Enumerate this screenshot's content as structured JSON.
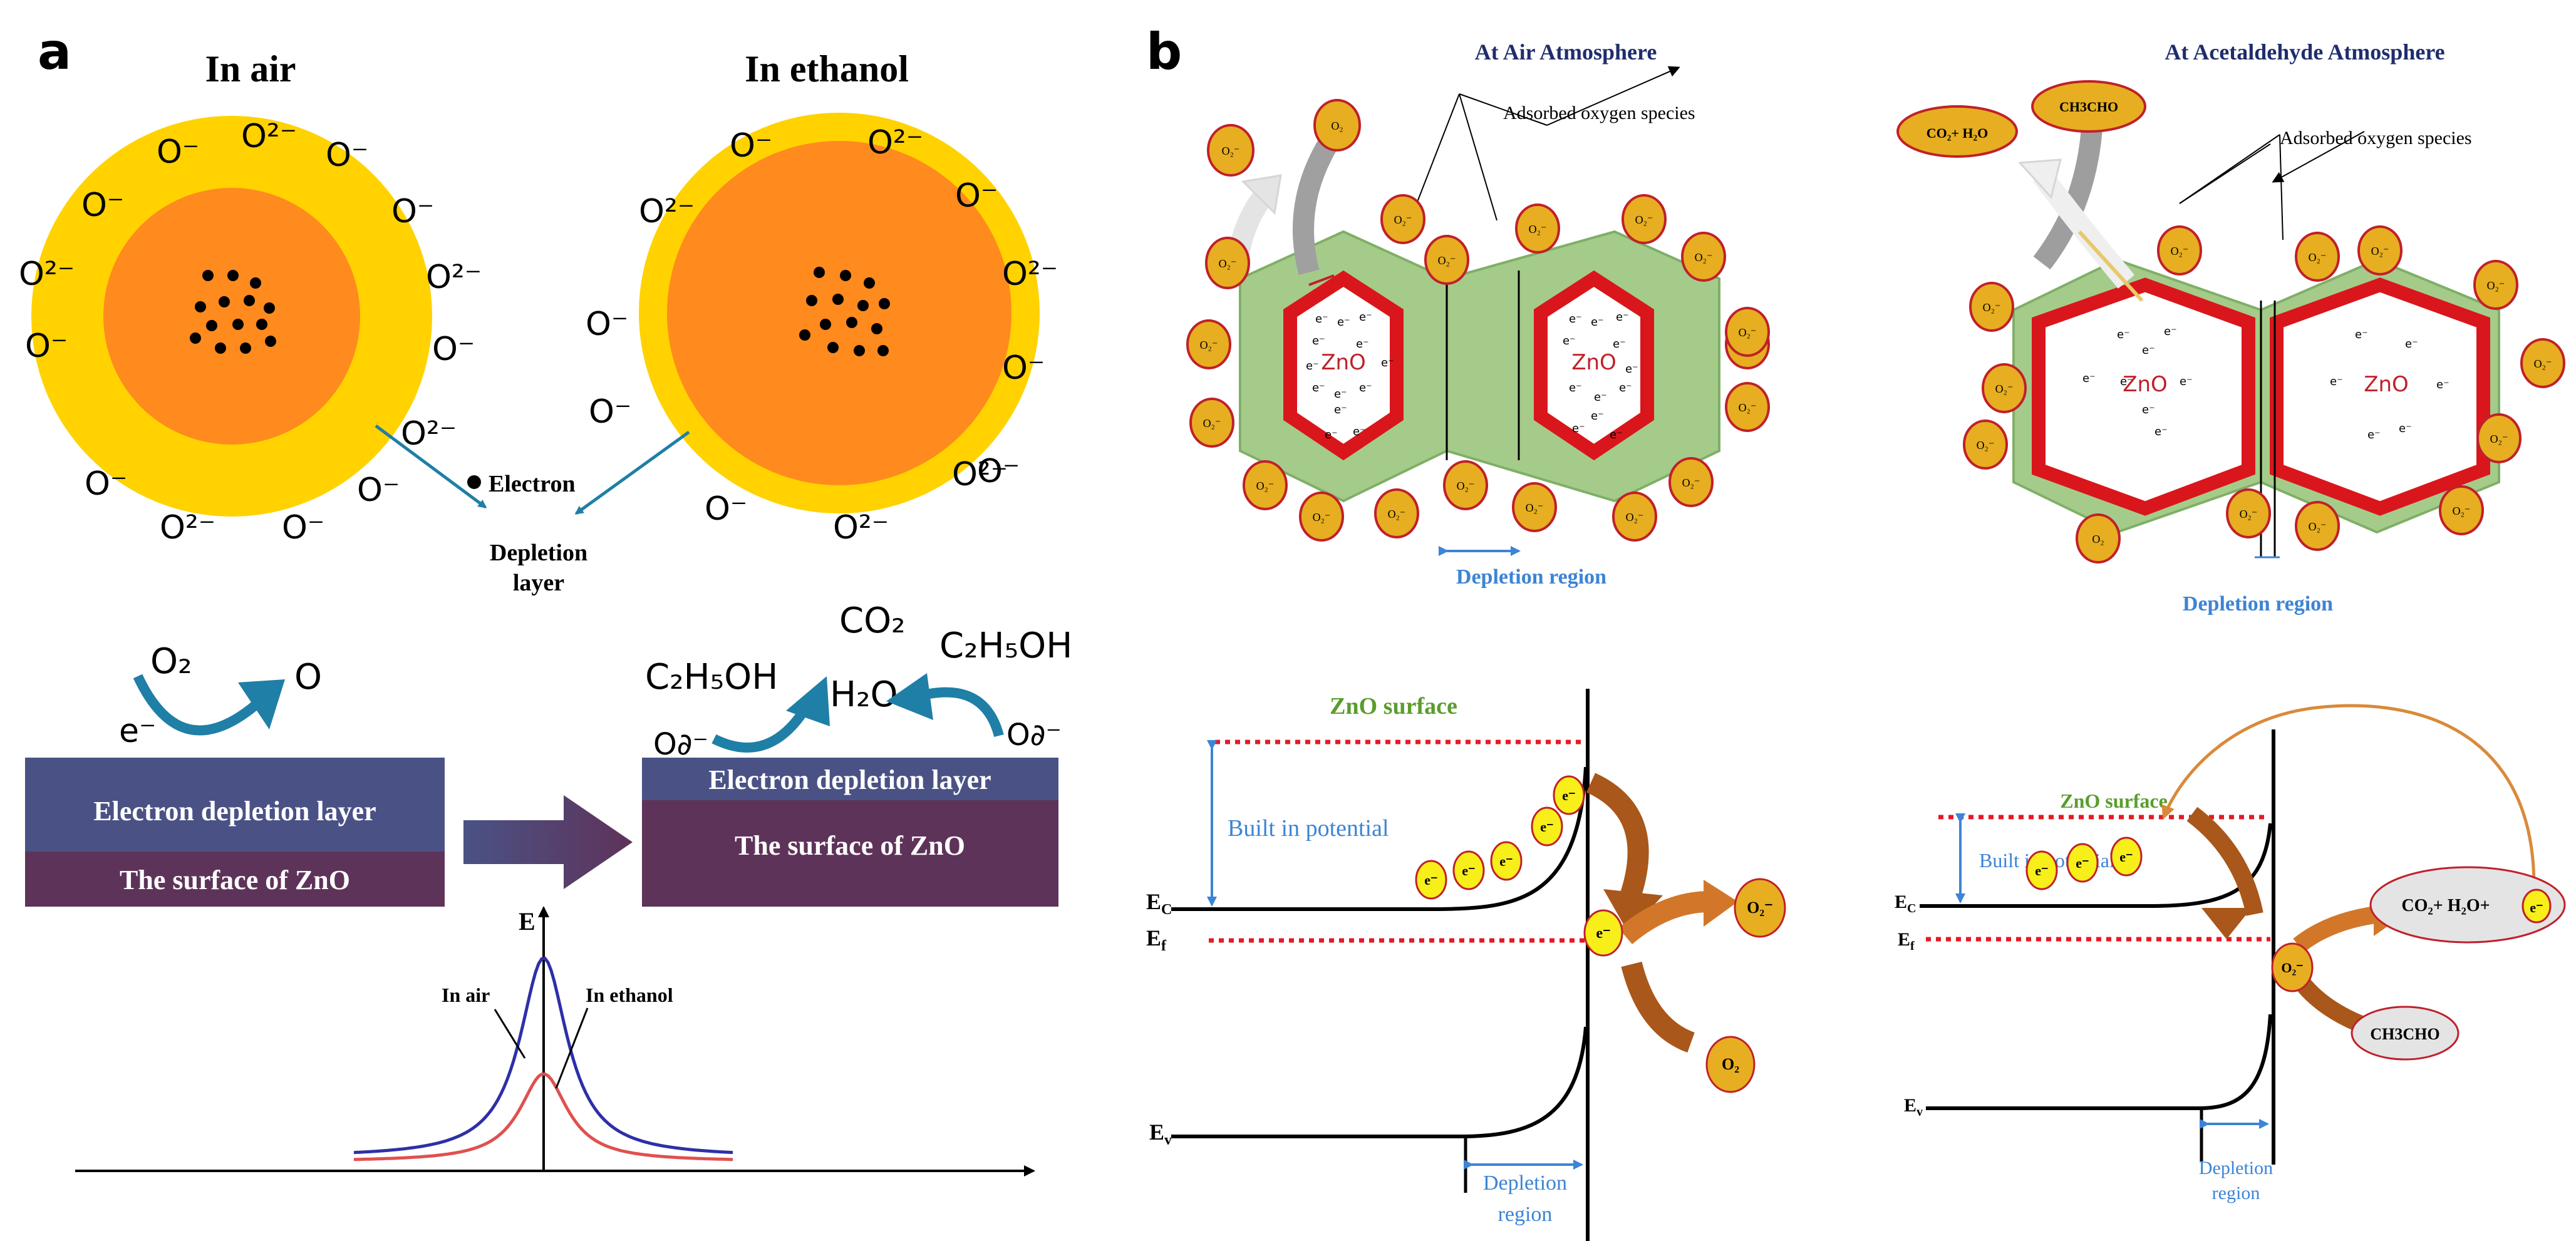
{
  "colors": {
    "yellow": "#FFD200",
    "orange": "#FF8A1E",
    "teal": "#1F7FA6",
    "navy": "#4A5285",
    "plum": "#5E3359",
    "blueCurve": "#2E2FA8",
    "redCurve": "#E0504F",
    "green": "#A5CB8A",
    "hexRed": "#D9161C",
    "gold": "#E6AE20",
    "ovalBorder": "#C0202A",
    "electronYellow": "#F7EE1A",
    "brownArrow": "#A9571A",
    "dottedRed": "#E51A24",
    "blueText": "#3C84D6",
    "darkBlueTitle": "#1F2D6E",
    "greenText": "#5A9D2C"
  },
  "panelA": {
    "label": "a",
    "airTitle": "In air",
    "ethanolTitle": "In ethanol",
    "airSpecies": [
      "O⁻",
      "O²⁻",
      "O⁻",
      "O⁻",
      "O⁻",
      "O²⁻",
      "O²⁻",
      "O⁻",
      "O⁻",
      "O²⁻",
      "O⁻",
      "O²⁻",
      "O⁻",
      "O⁻"
    ],
    "ethSpecies": [
      "O⁻",
      "O²⁻",
      "O²⁻",
      "O⁻",
      "O²⁻",
      "O⁻",
      "O⁻",
      "O⁻",
      "O²⁻",
      "O⁻",
      "O²⁻",
      "O⁻"
    ],
    "electronLabel": "Electron",
    "depletionLine1": "Depletion",
    "depletionLine2": "layer",
    "o2": "O₂",
    "eMinus": "e⁻",
    "oProduct": "O",
    "c2h5ohLeft": "C₂H₅OH",
    "c2h5ohRight": "C₂H₅OH",
    "co2": "CO₂",
    "h2o": "H₂O",
    "oPartial": "O∂⁻",
    "electronDepletion": "Electron depletion layer",
    "surfaceZnO": "The surface of ZnO",
    "eAxis": "E",
    "inAir": "In air",
    "inEthanol": "In ethanol"
  },
  "panelB": {
    "label": "b",
    "airTitle": "At Air Atmosphere",
    "acetTitle": "At Acetaldehyde Atmosphere",
    "adsorbed": "Adsorbed oxygen species",
    "zno": "ZnO",
    "depletionRegion": "Depletion region",
    "o2Oval": "O₂",
    "o2MinusOval": "O₂⁻",
    "ch3cho": "CH3CHO",
    "co2h2o": "CO₂+ H₂O",
    "co2h2oE": "CO₂+ H₂O+",
    "eElectron": "e⁻",
    "znoSurface": "ZnO surface",
    "builtIn": "Built in potential",
    "ec": "E",
    "ecSub": "C",
    "ef": "E",
    "efSub": "f",
    "ev": "E",
    "evSub": "v",
    "depletion1": "Depletion",
    "depletion2": "region"
  }
}
